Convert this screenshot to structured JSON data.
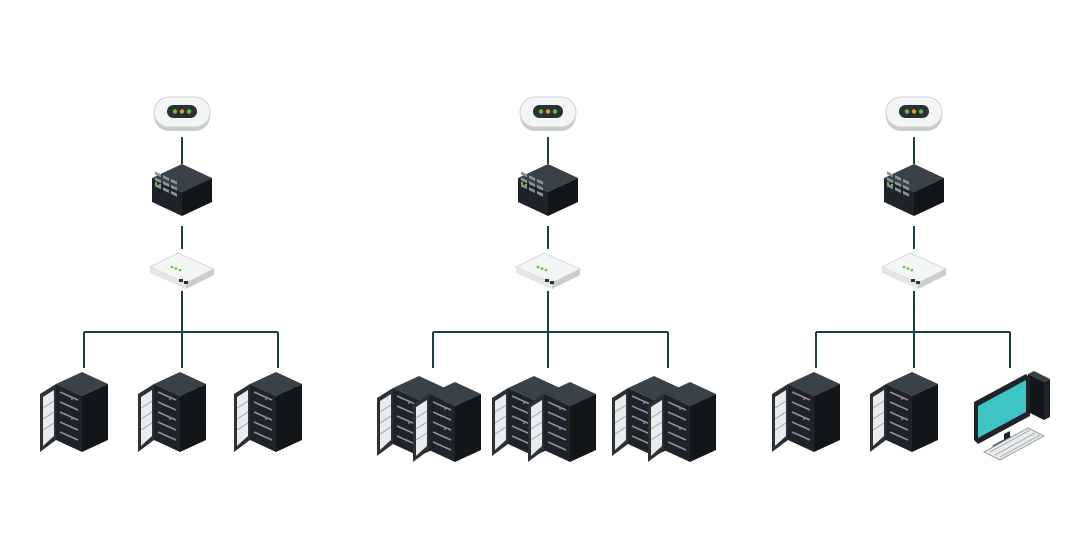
{
  "diagram": {
    "colors": {
      "link": "#1d3f47",
      "device_dark": "#1e2329",
      "device_top": "#3a4249",
      "device_side": "#121619",
      "appliance": "#f1f2f2",
      "appliance_side": "#d7d9da",
      "led_green": "#5fbf3b",
      "led_amber": "#e3a22b",
      "monitor_screen": "#3fc4c4"
    },
    "groups": [
      {
        "id": "group-1",
        "chain": [
          "modem-icon",
          "network-switch-icon",
          "router-icon"
        ],
        "endpoints": [
          "server-rack-icon",
          "server-rack-icon",
          "server-rack-icon"
        ]
      },
      {
        "id": "group-2",
        "chain": [
          "modem-icon",
          "network-switch-icon",
          "router-icon"
        ],
        "endpoints": [
          "server-cluster-icon",
          "server-cluster-icon",
          "server-cluster-icon"
        ]
      },
      {
        "id": "group-3",
        "chain": [
          "modem-icon",
          "network-switch-icon",
          "router-icon"
        ],
        "endpoints": [
          "server-rack-icon",
          "server-rack-icon",
          "desktop-computer-icon"
        ]
      }
    ]
  }
}
